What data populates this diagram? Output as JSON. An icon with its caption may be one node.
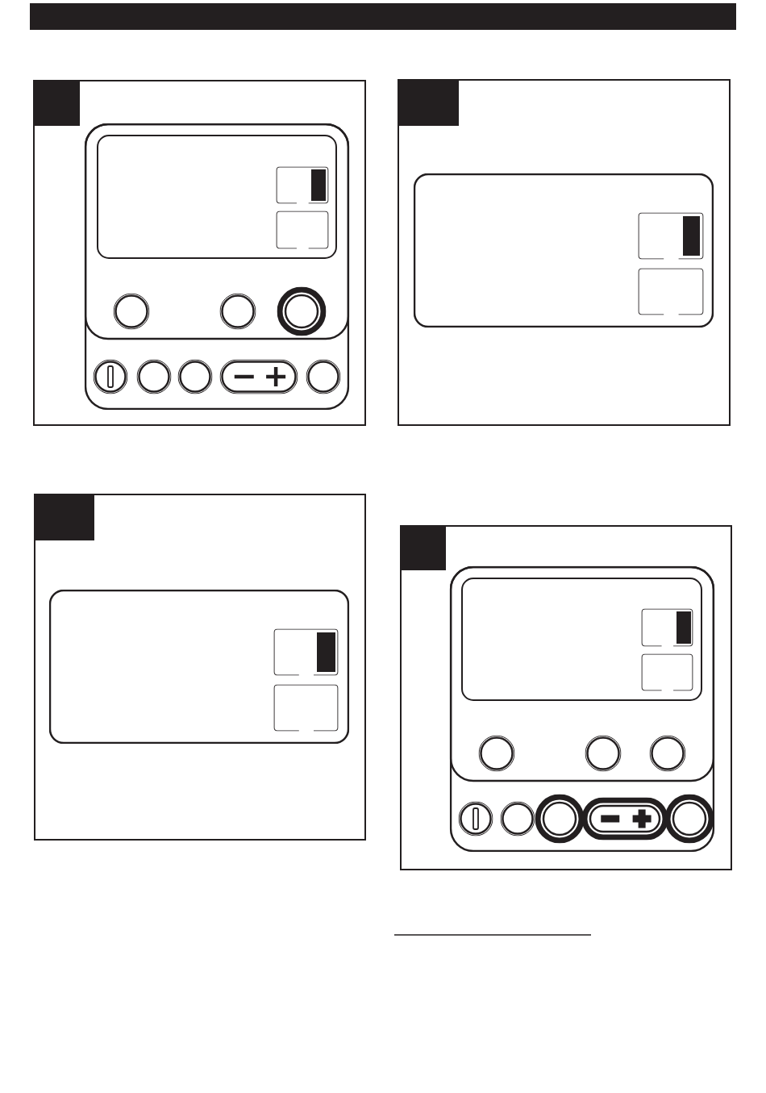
{
  "diagram": {
    "nodes": [
      {
        "text": [],
        "shape": "bar"
      },
      {
        "text": [],
        "shape": "box"
      },
      {
        "text": [],
        "shape": "box",
        "in": 1
      },
      {
        "text": [],
        "shape": "box"
      },
      {
        "text": [],
        "shape": "box",
        "in": 3
      },
      {
        "text": [],
        "shape": "box"
      },
      {
        "text": [],
        "shape": "box",
        "in": 5
      },
      {
        "text": [],
        "shape": "box"
      },
      {
        "text": [],
        "shape": "box",
        "in": 7
      }
    ]
  }
}
